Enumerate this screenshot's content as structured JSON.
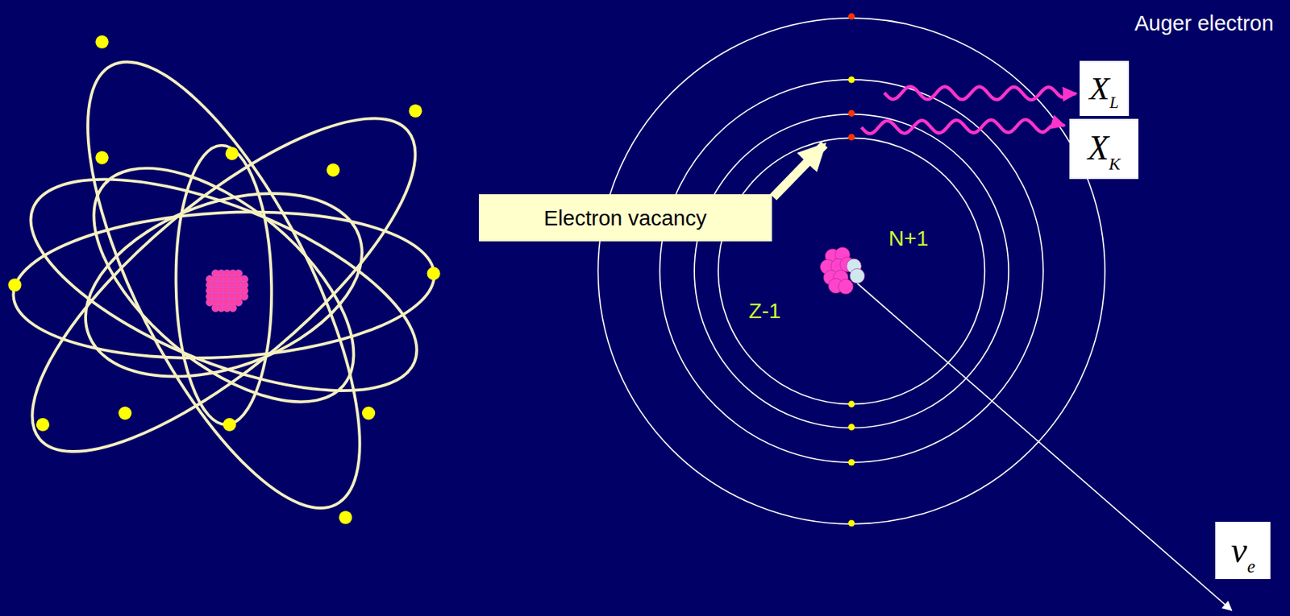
{
  "diagram": {
    "nodes": [
      {
        "text": [
          "X",
          "L"
        ]
      },
      {
        "text": [
          "X",
          "K"
        ]
      },
      {
        "text": [
          "Electron vacancy"
        ]
      },
      {
        "text": [
          "ν",
          "e"
        ]
      }
    ],
    "labels": [
      "Auger electron",
      "N+1",
      "Z-1"
    ]
  }
}
